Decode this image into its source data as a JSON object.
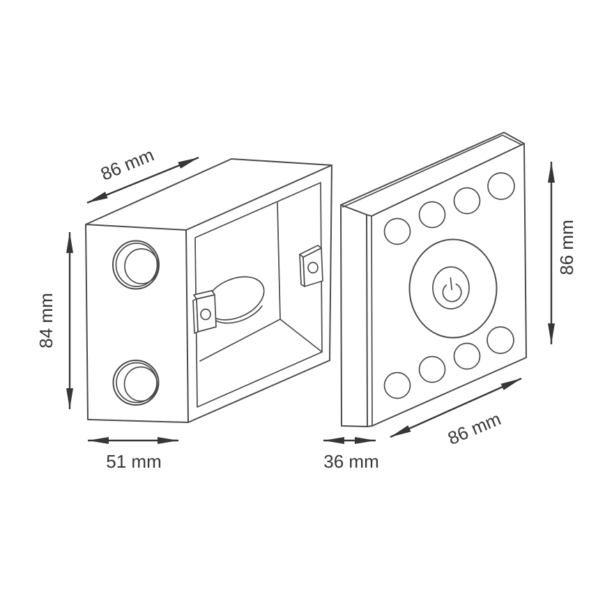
{
  "dimensions": {
    "box_width": "86 mm",
    "box_height": "84 mm",
    "box_depth": "51 mm",
    "panel_depth": "36 mm",
    "panel_width": "86 mm",
    "panel_height": "86 mm"
  },
  "icons": {
    "power": "power-icon"
  },
  "colors": {
    "background": "#ffffff",
    "line": "#4a4a4a",
    "dimension": "#363636"
  }
}
